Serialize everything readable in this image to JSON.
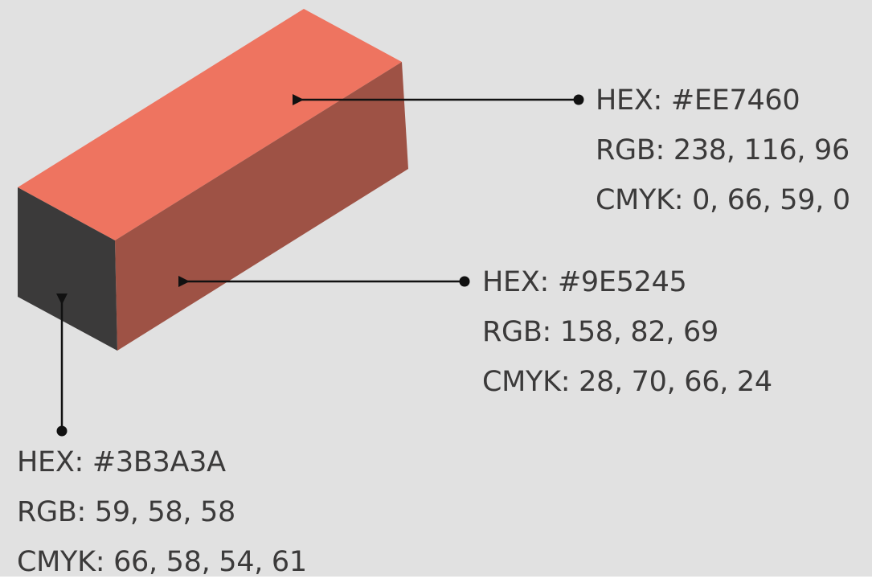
{
  "background": "#E1E1E1",
  "leader_color": "#111111",
  "swatches": [
    {
      "id": "top",
      "fill": "#EE7460",
      "hex": "HEX: #EE7460",
      "rgb": "RGB: 238, 116, 96",
      "cmyk": "CMYK: 0, 66, 59, 0"
    },
    {
      "id": "side",
      "fill": "#9E5245",
      "hex": "HEX: #9E5245",
      "rgb": "RGB: 158, 82, 69",
      "cmyk": "CMYK: 28, 70, 66, 24"
    },
    {
      "id": "end",
      "fill": "#3B3A3A",
      "hex": "HEX: #3B3A3A",
      "rgb": "RGB: 59, 58, 58",
      "cmyk": "CMYK: 66, 58, 54, 61"
    }
  ]
}
